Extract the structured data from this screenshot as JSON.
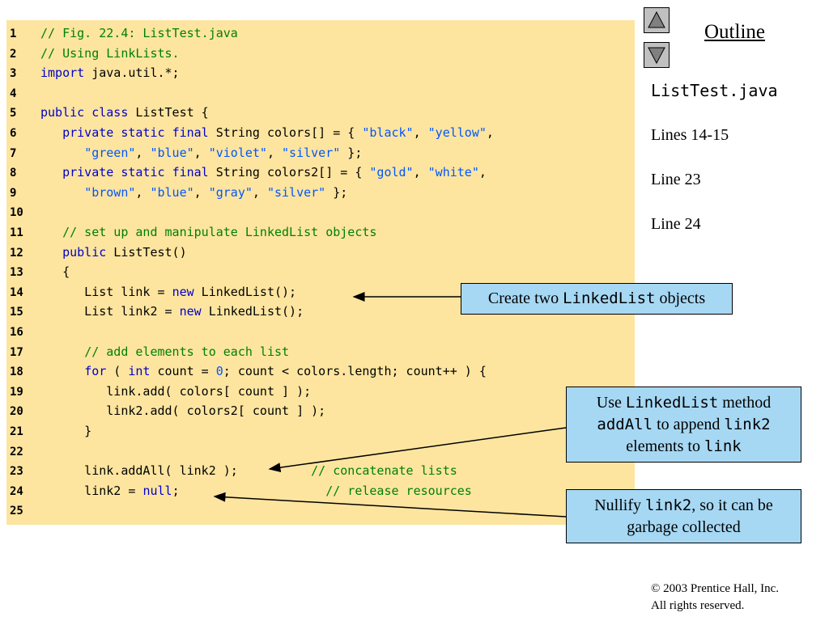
{
  "code": {
    "lines": [
      {
        "num": "1",
        "parts": [
          {
            "t": "// Fig. 22.4: ListTest.java",
            "c": "cm"
          }
        ]
      },
      {
        "num": "2",
        "parts": [
          {
            "t": "// Using LinkLists.",
            "c": "cm"
          }
        ]
      },
      {
        "num": "3",
        "parts": [
          {
            "t": "import",
            "c": "kw"
          },
          {
            "t": " java.util.*;",
            "c": ""
          }
        ]
      },
      {
        "num": "4",
        "parts": []
      },
      {
        "num": "5",
        "parts": [
          {
            "t": "public",
            "c": "kw"
          },
          {
            "t": " ",
            "c": ""
          },
          {
            "t": "class",
            "c": "kw"
          },
          {
            "t": " ListTest {",
            "c": ""
          }
        ]
      },
      {
        "num": "6",
        "parts": [
          {
            "t": "   ",
            "c": ""
          },
          {
            "t": "private",
            "c": "kw"
          },
          {
            "t": " ",
            "c": ""
          },
          {
            "t": "static",
            "c": "kw"
          },
          {
            "t": " ",
            "c": ""
          },
          {
            "t": "final",
            "c": "kw"
          },
          {
            "t": " String colors[] = { ",
            "c": ""
          },
          {
            "t": "\"black\"",
            "c": "st"
          },
          {
            "t": ", ",
            "c": ""
          },
          {
            "t": "\"yellow\"",
            "c": "st"
          },
          {
            "t": ",",
            "c": ""
          }
        ]
      },
      {
        "num": "7",
        "parts": [
          {
            "t": "      ",
            "c": ""
          },
          {
            "t": "\"green\"",
            "c": "st"
          },
          {
            "t": ", ",
            "c": ""
          },
          {
            "t": "\"blue\"",
            "c": "st"
          },
          {
            "t": ", ",
            "c": ""
          },
          {
            "t": "\"violet\"",
            "c": "st"
          },
          {
            "t": ", ",
            "c": ""
          },
          {
            "t": "\"silver\"",
            "c": "st"
          },
          {
            "t": " };",
            "c": ""
          }
        ]
      },
      {
        "num": "8",
        "parts": [
          {
            "t": "   ",
            "c": ""
          },
          {
            "t": "private",
            "c": "kw"
          },
          {
            "t": " ",
            "c": ""
          },
          {
            "t": "static",
            "c": "kw"
          },
          {
            "t": " ",
            "c": ""
          },
          {
            "t": "final",
            "c": "kw"
          },
          {
            "t": " String colors2[] = { ",
            "c": ""
          },
          {
            "t": "\"gold\"",
            "c": "st"
          },
          {
            "t": ", ",
            "c": ""
          },
          {
            "t": "\"white\"",
            "c": "st"
          },
          {
            "t": ",",
            "c": ""
          }
        ]
      },
      {
        "num": "9",
        "parts": [
          {
            "t": "      ",
            "c": ""
          },
          {
            "t": "\"brown\"",
            "c": "st"
          },
          {
            "t": ", ",
            "c": ""
          },
          {
            "t": "\"blue\"",
            "c": "st"
          },
          {
            "t": ", ",
            "c": ""
          },
          {
            "t": "\"gray\"",
            "c": "st"
          },
          {
            "t": ", ",
            "c": ""
          },
          {
            "t": "\"silver\"",
            "c": "st"
          },
          {
            "t": " };",
            "c": ""
          }
        ]
      },
      {
        "num": "10",
        "parts": []
      },
      {
        "num": "11",
        "parts": [
          {
            "t": "   ",
            "c": ""
          },
          {
            "t": "// set up and manipulate LinkedList objects",
            "c": "cm"
          }
        ]
      },
      {
        "num": "12",
        "parts": [
          {
            "t": "   ",
            "c": ""
          },
          {
            "t": "public",
            "c": "kw"
          },
          {
            "t": " ListTest()",
            "c": ""
          }
        ]
      },
      {
        "num": "13",
        "parts": [
          {
            "t": "   {",
            "c": ""
          }
        ]
      },
      {
        "num": "14",
        "parts": [
          {
            "t": "      List link = ",
            "c": ""
          },
          {
            "t": "new",
            "c": "kw"
          },
          {
            "t": " LinkedList();",
            "c": ""
          }
        ]
      },
      {
        "num": "15",
        "parts": [
          {
            "t": "      List link2 = ",
            "c": ""
          },
          {
            "t": "new",
            "c": "kw"
          },
          {
            "t": " LinkedList();",
            "c": ""
          }
        ]
      },
      {
        "num": "16",
        "parts": []
      },
      {
        "num": "17",
        "parts": [
          {
            "t": "      ",
            "c": ""
          },
          {
            "t": "// add elements to each list",
            "c": "cm"
          }
        ]
      },
      {
        "num": "18",
        "parts": [
          {
            "t": "      ",
            "c": ""
          },
          {
            "t": "for",
            "c": "kw"
          },
          {
            "t": " ( ",
            "c": ""
          },
          {
            "t": "int",
            "c": "kw"
          },
          {
            "t": " count = ",
            "c": ""
          },
          {
            "t": "0",
            "c": "nm"
          },
          {
            "t": "; count < colors.length; count++ ) {",
            "c": ""
          }
        ]
      },
      {
        "num": "19",
        "parts": [
          {
            "t": "         link.add( colors[ count ] );",
            "c": ""
          }
        ]
      },
      {
        "num": "20",
        "parts": [
          {
            "t": "         link2.add( colors2[ count ] );",
            "c": ""
          }
        ]
      },
      {
        "num": "21",
        "parts": [
          {
            "t": "      }",
            "c": ""
          }
        ]
      },
      {
        "num": "22",
        "parts": []
      },
      {
        "num": "23",
        "parts": [
          {
            "t": "      link.addAll( link2 );          ",
            "c": ""
          },
          {
            "t": "// concatenate lists",
            "c": "cm"
          }
        ]
      },
      {
        "num": "24",
        "parts": [
          {
            "t": "      link2 = ",
            "c": ""
          },
          {
            "t": "null",
            "c": "kw"
          },
          {
            "t": ";                    ",
            "c": ""
          },
          {
            "t": "// release resources",
            "c": "cm"
          }
        ]
      },
      {
        "num": "25",
        "parts": []
      }
    ]
  },
  "nav": {
    "up_icon": "triangle-up-icon",
    "down_icon": "triangle-down-icon"
  },
  "sidebar": {
    "title": "Outline",
    "file": "ListTest.java",
    "items": [
      "Lines 14-15",
      "Line 23",
      "Line 24"
    ]
  },
  "callouts": {
    "c1": {
      "a": "Create two ",
      "b": "LinkedList",
      "c": " objects"
    },
    "c2": {
      "a": "Use ",
      "b": "LinkedList",
      "c": " method",
      "d": "addAll",
      "e": " to append ",
      "f": "link2",
      "g": "elements to ",
      "h": "link"
    },
    "c3": {
      "a": "Nullify ",
      "b": "link2",
      "c": ", so it can be",
      "d": "garbage collected"
    }
  },
  "footer": {
    "copyright": "© 2003 Prentice Hall, Inc.",
    "rights": "All rights reserved."
  },
  "colors": {
    "code_bg": "#fde5a0",
    "callout_bg": "#a6d8f4",
    "comment": "#008000",
    "keyword": "#0000cc",
    "string": "#0055ff"
  }
}
